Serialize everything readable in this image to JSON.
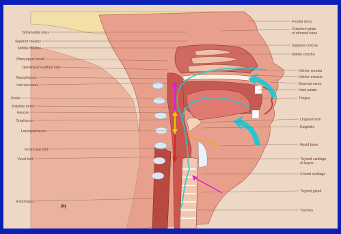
{
  "figure": {
    "panel_letter": "(b)",
    "colors": {
      "frame": "#0b1fb8",
      "background": "#ecd8c4",
      "tissue": "#e8a08c",
      "mucosa": "#d9706a",
      "airflow": "#2bc5d0",
      "arrow_magenta": "#e21ad8",
      "arrow_yellow": "#f5c800",
      "arrow_red": "#e02020",
      "arrow_orange": "#f4a21a"
    },
    "labels_left": [
      "Sphenoidal sinus",
      "Superior meatus",
      "Middle meatus",
      "Pharyngeal tonsil",
      "Opening of auditory tube",
      "Nasopharynx",
      "Internal nares",
      "Uvula",
      "Palatine tonsil",
      "Fauces",
      "Oropharynx",
      "Laryngopharynx",
      "Ventricular fold",
      "Vocal fold",
      "Esophagus"
    ],
    "labels_right": [
      "Frontal sinus",
      "Cribriform plate",
      "of ethmoid bone",
      "Superior concha",
      "Middle concha",
      "Inferior concha",
      "Inferior meatus",
      "External nares",
      "Hard palate",
      "Tongue",
      "Lingual tonsil",
      "Epiglottis",
      "Hyoid bone",
      "Thyroid cartilage",
      "of larynx",
      "Cricoid cartilage",
      "Thyroid gland",
      "Trachea"
    ],
    "icons": {
      "inhale_arrow_nose": "curved-arrow-icon",
      "inhale_arrow_mouth": "curved-arrow-icon"
    }
  }
}
